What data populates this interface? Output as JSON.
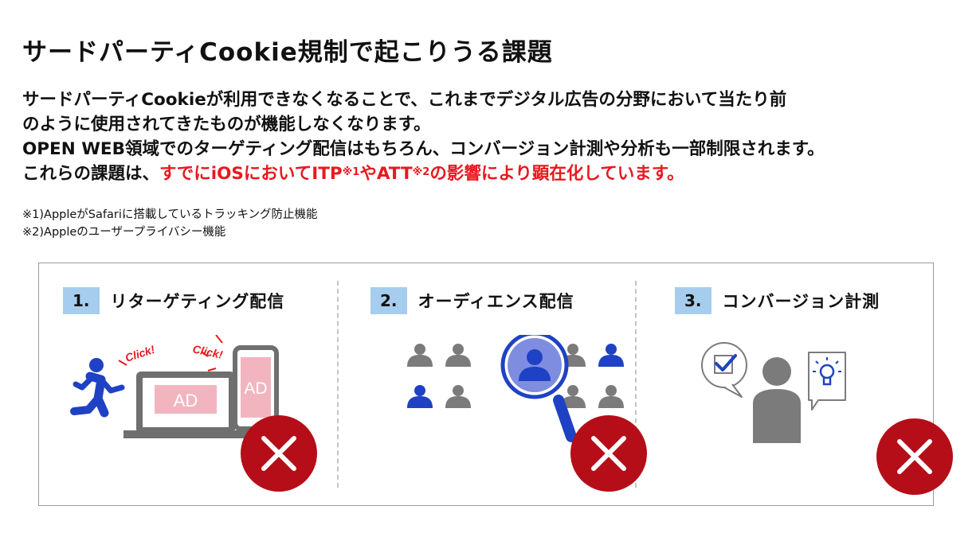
{
  "title": "サードパーティCookie規制で起こりうる課題",
  "body": {
    "line1": "サードパーティCookieが利用できなくなることで、これまでデジタル広告の分野において当たり前",
    "line2": "のように使用されてきたものが機能しなくなります。",
    "line3": "OPEN WEB領域でのターゲティング配信はもちろん、コンバージョン計測や分析も一部制限されます。",
    "line4_prefix": "これらの課題は、",
    "line4_red_a": "すでにiOSにおいてITP",
    "line4_sup1": "※1",
    "line4_red_b": "やATT",
    "line4_sup2": "※2",
    "line4_red_c": "の影響により顕在化しています。"
  },
  "notes": {
    "note1": "※1)AppleがSafariに搭載しているトラッキング防止機能",
    "note2": "※2)Appleのユーザープライバシー機能"
  },
  "panels": [
    {
      "number": "1.",
      "label": "リターゲティング配信"
    },
    {
      "number": "2.",
      "label": "オーディエンス配信"
    },
    {
      "number": "3.",
      "label": "コンバージョン計測"
    }
  ],
  "illustration": {
    "click_text": "Click!",
    "ad_text": "AD",
    "colors": {
      "blue": "#1f42c4",
      "gray": "#7b7b7b",
      "light_blue": "#a6cdee",
      "red_badge": "#b50e18",
      "ad_pink": "#f2b5c0",
      "highlight_red": "#e8191f"
    }
  }
}
